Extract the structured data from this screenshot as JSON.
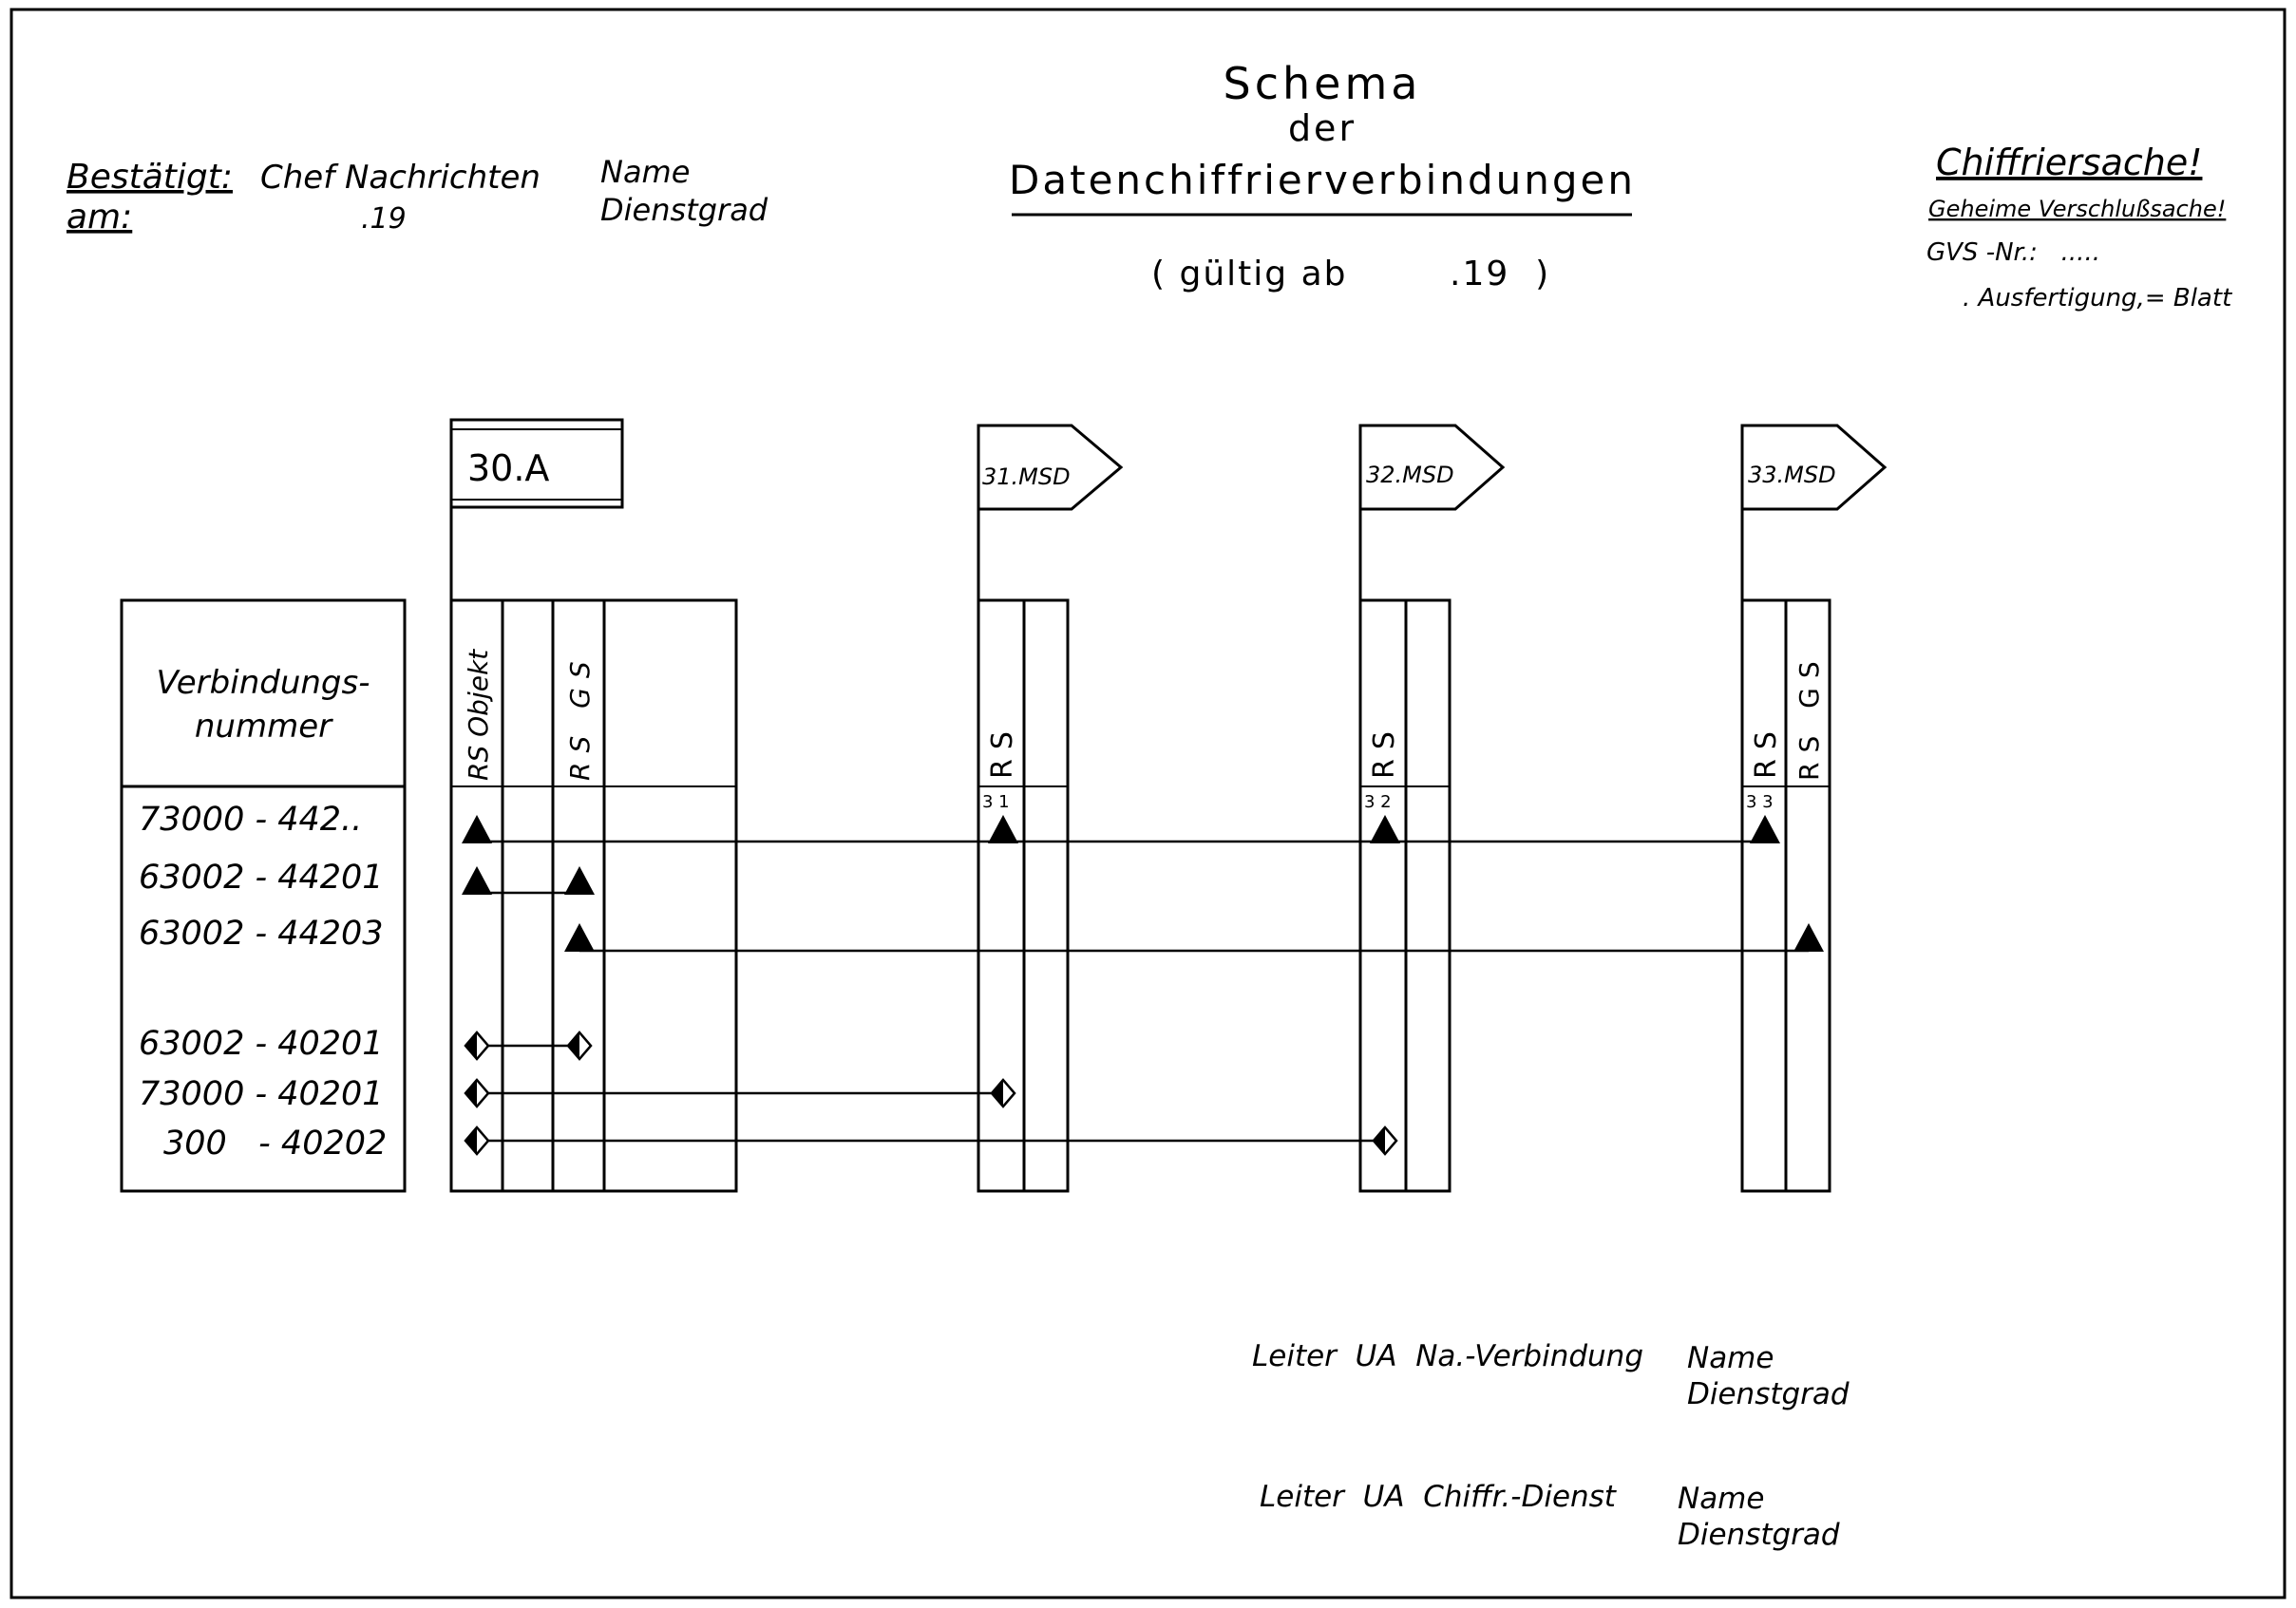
{
  "header": {
    "confirmed_label": "Bestätigt:",
    "on_label": "am:",
    "chief_label": "Chef Nachrichten",
    "chief_date": ".19",
    "name_label": "Name",
    "rank_label": "Dienstgrad"
  },
  "title": {
    "line1": "Schema",
    "line2": "der",
    "line3": "Datenchiffrierverbindungen",
    "validity": "( gültig ab        .19  )"
  },
  "classification": {
    "line1": "Chiffriersache!",
    "line2": "Geheime Verschlußsache!",
    "gvs_number": "GVS -Nr.:   .....",
    "copy": ". Ausfertigung,= Blatt"
  },
  "stations": [
    {
      "label": "30.A",
      "shape": "box",
      "columns": [
        "RS Objekt",
        "",
        "RS GS",
        ""
      ]
    },
    {
      "label": "31.MSD",
      "shape": "flag",
      "columns": [
        "RS",
        ""
      ],
      "slot_label": "3 1"
    },
    {
      "label": "32.MSD",
      "shape": "flag",
      "columns": [
        "RS",
        ""
      ],
      "slot_label": "3 2"
    },
    {
      "label": "33.MSD",
      "shape": "flag",
      "columns": [
        "RS",
        "RS GS"
      ],
      "slot_label": "3 3"
    }
  ],
  "number_header": {
    "line1": "Verbindungs-",
    "line2": "nummer"
  },
  "connections": [
    {
      "number": "73000 - 442..",
      "marker": "triangle-filled",
      "from": "30.A RS Objekt",
      "to": "31.MSD RS, 32.MSD RS, 33.MSD RS"
    },
    {
      "number": "63002 - 44201",
      "marker": "triangle-filled",
      "from": "30.A RS Objekt",
      "to": "30.A RS GS"
    },
    {
      "number": "63002 - 44203",
      "marker": "triangle-filled",
      "from": "30.A RS GS",
      "to": "33.MSD RS GS"
    },
    {
      "number": "63002 - 40201",
      "marker": "diamond-half",
      "from": "30.A RS Objekt",
      "to": "30.A RS GS"
    },
    {
      "number": "73000 - 40201",
      "marker": "diamond-half",
      "from": "30.A RS Objekt",
      "to": "31.MSD RS"
    },
    {
      "number": "300   - 40202",
      "marker": "diamond-half",
      "from": "30.A RS Objekt",
      "to": "32.MSD RS"
    }
  ],
  "signatures": [
    {
      "role": "Leiter  UA  Na.-Verbindung",
      "name": "Name",
      "rank": "Dienstgrad"
    },
    {
      "role": "Leiter  UA  Chiffr.-Dienst",
      "name": "Name",
      "rank": "Dienstgrad"
    }
  ]
}
